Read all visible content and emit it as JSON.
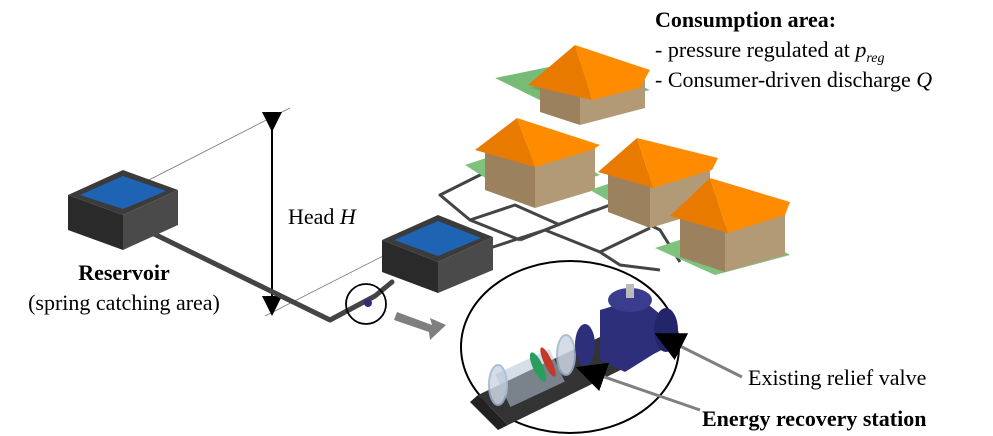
{
  "consumption": {
    "title": "Consumption area:",
    "line1_prefix": "- pressure regulated at ",
    "line1_symbol": "p",
    "line1_subscript": "reg",
    "line2_prefix": "- Consumer-driven discharge ",
    "line2_symbol": "Q"
  },
  "head": {
    "label": "Head ",
    "symbol": "H"
  },
  "reservoir": {
    "title": "Reservoir",
    "subtitle": "(spring catching area)"
  },
  "detail": {
    "relief_valve": "Existing relief valve",
    "energy_station": "Energy recovery station"
  },
  "colors": {
    "roof": "#ff8c00",
    "wall": "#a98f6e",
    "lawn": "#7ec27e",
    "water": "#1f64b4",
    "tank": "#3b3b3b",
    "pipe": "#444444",
    "valve": "#2d2f7a",
    "arrow": "#7f7f7f"
  }
}
